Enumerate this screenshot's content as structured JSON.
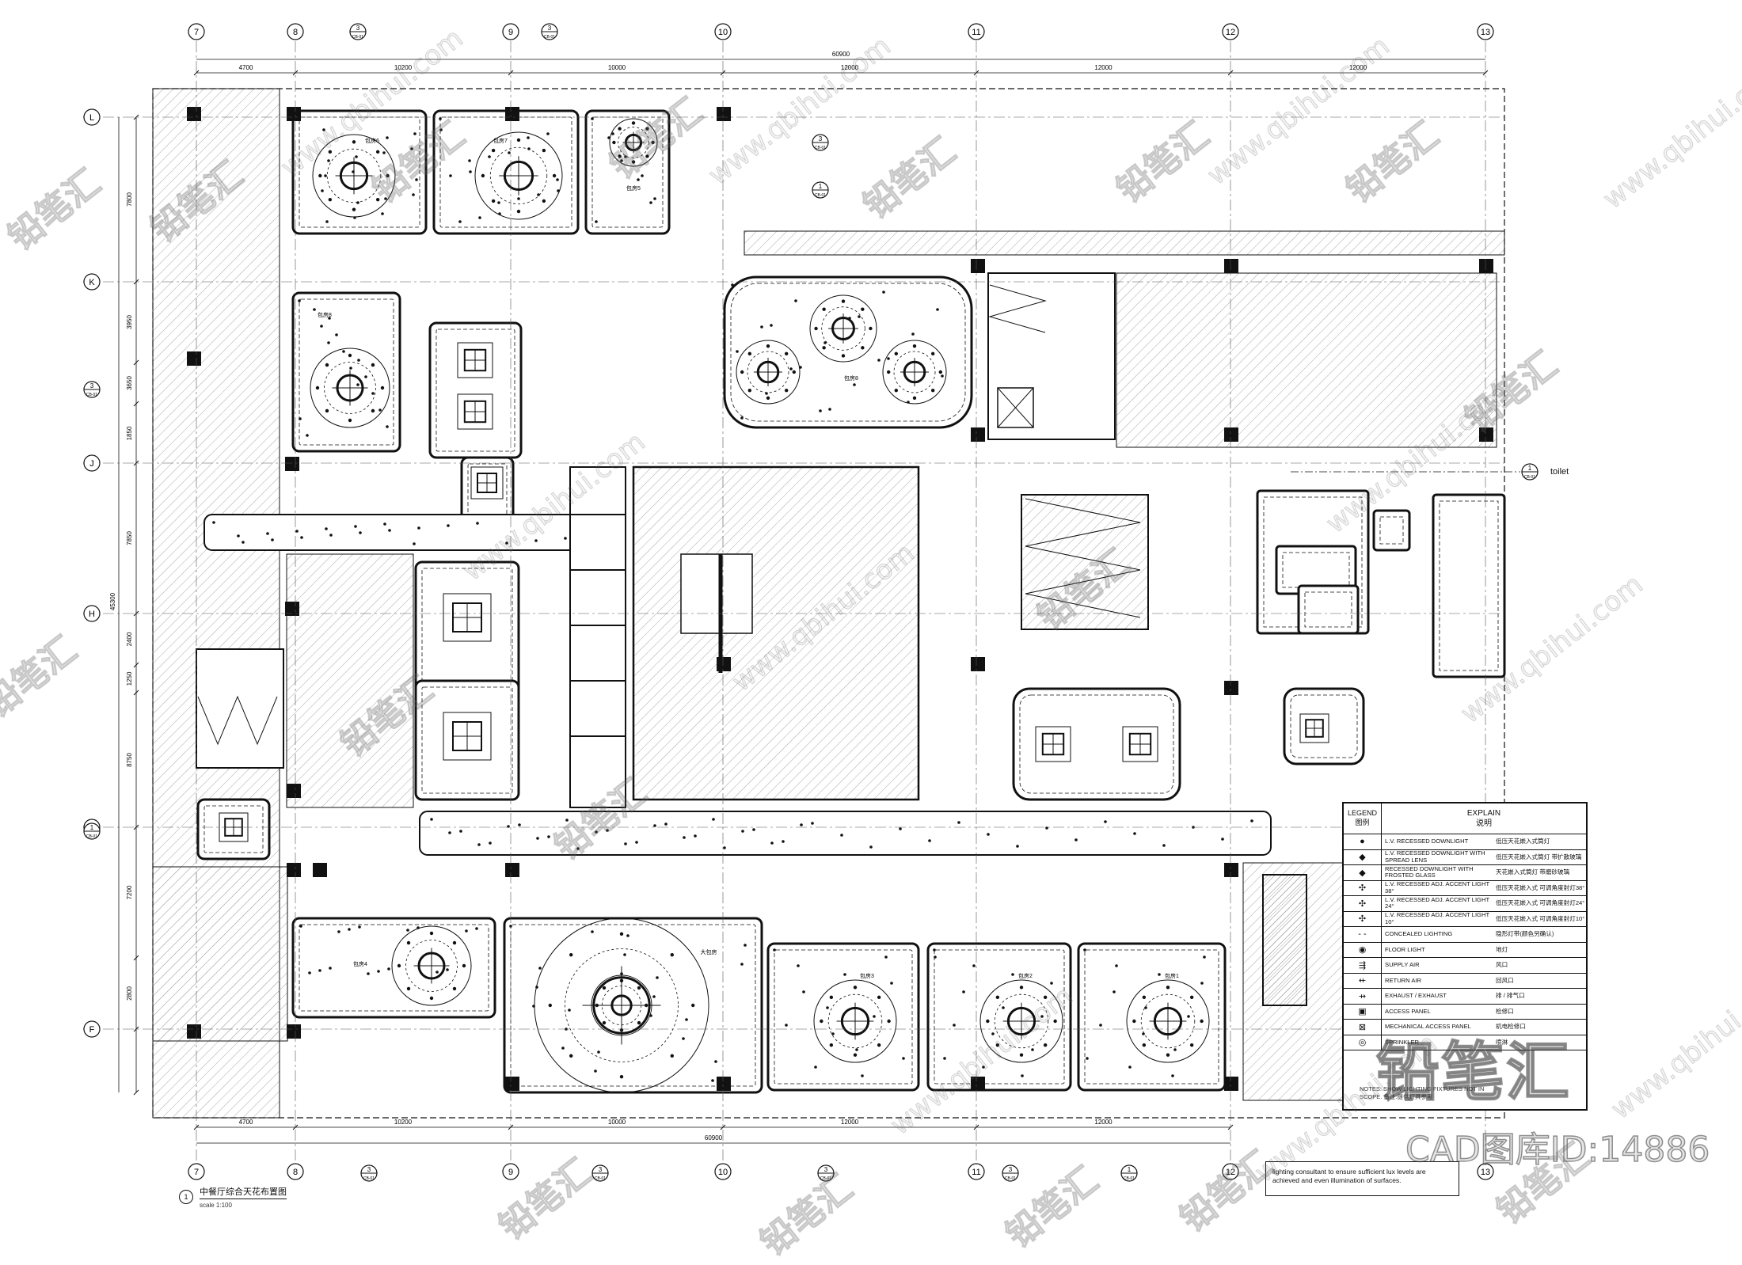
{
  "grid": {
    "columns": [
      "7",
      "8",
      "9",
      "10",
      "11",
      "12",
      "13"
    ],
    "rows": [
      "L",
      "K",
      "J",
      "H",
      "F"
    ],
    "dims_top": [
      "4700",
      "10200",
      "10000",
      "12000",
      "12000",
      "12000"
    ],
    "total_top": "60900",
    "dims_bottom": [
      "4700",
      "10200",
      "10000",
      "12000",
      "12000"
    ],
    "total_bottom": "60900",
    "dims_left": [
      "7800",
      "3950",
      "3650",
      "1850",
      "7850",
      "2400",
      "1250",
      "8750",
      "7200",
      "2800"
    ],
    "total_left": "45300"
  },
  "section_markers": [
    {
      "num": "3",
      "sheet": "CB-01"
    },
    {
      "num": "3",
      "sheet": "CB-01"
    },
    {
      "num": "3",
      "sheet": "CB-01"
    },
    {
      "num": "1",
      "sheet": "CB-01"
    },
    {
      "num": "3",
      "sheet": "CB-01"
    },
    {
      "num": "1",
      "sheet": "CB-01"
    },
    {
      "num": "1",
      "sheet": "CB-01"
    },
    {
      "num": "3",
      "sheet": "CB-01"
    },
    {
      "num": "3",
      "sheet": "CB-01"
    },
    {
      "num": "3",
      "sheet": "CB-01"
    },
    {
      "num": "3",
      "sheet": "CB-01"
    },
    {
      "num": "1",
      "sheet": "CB-01"
    }
  ],
  "toilet_label": "toilet",
  "rooms": {
    "r6": "包房6",
    "r7": "包房7",
    "r5": "包房5",
    "r8": "包房8",
    "r4": "包房4",
    "big": "大包房",
    "r3": "包房3",
    "r2": "包房2",
    "r1": "包房1"
  },
  "legend": {
    "head_en": "LEGEND",
    "head_cn": "图例",
    "head_explain_en": "EXPLAIN",
    "head_explain_cn": "说明",
    "rows": [
      {
        "sym": "●",
        "en": "L.V. RECESSED DOWNLIGHT",
        "cn": "低压天花嵌入式筒灯"
      },
      {
        "sym": "◆",
        "en": "L.V. RECESSED DOWNLIGHT WITH SPREAD LENS",
        "cn": "低压天花嵌入式筒灯 带扩散玻璃"
      },
      {
        "sym": "◆",
        "en": "RECESSED DOWNLIGHT WITH FROSTED GLASS",
        "cn": "天花嵌入式筒灯 带磨砂玻璃"
      },
      {
        "sym": "✣",
        "en": "L.V. RECESSED ADJ. ACCENT LIGHT 38°",
        "cn": "低压天花嵌入式 可调角度射灯38°"
      },
      {
        "sym": "✣",
        "en": "L.V. RECESSED ADJ. ACCENT LIGHT 24°",
        "cn": "低压天花嵌入式 可调角度射灯24°"
      },
      {
        "sym": "✣",
        "en": "L.V. RECESSED ADJ. ACCENT LIGHT 10°",
        "cn": "低压天花嵌入式 可调角度射灯10°"
      },
      {
        "sym": "- -",
        "en": "CONCEALED LIGHTING",
        "cn": "隐形灯带(颜色另确认)"
      },
      {
        "sym": "◉",
        "en": "FLOOR LIGHT",
        "cn": "地灯"
      },
      {
        "sym": "⇶",
        "en": "SUPPLY AIR",
        "cn": "风口"
      },
      {
        "sym": "⇷",
        "en": "RETURN AIR",
        "cn": "回风口"
      },
      {
        "sym": "⇸",
        "en": "EXHAUST / EXHAUST",
        "cn": "排 / 排气口"
      },
      {
        "sym": "▣",
        "en": "ACCESS PANEL",
        "cn": "检修口"
      },
      {
        "sym": "⊠",
        "en": "MECHANICAL ACCESS PANEL",
        "cn": "机电检修口"
      },
      {
        "sym": "◎",
        "en": "SPRINKLER",
        "cn": "喷淋"
      }
    ],
    "notes": "NOTES: SHOW LIGHTING FIXTURES NOT IN SCOPE. 备注:提供灯具参考"
  },
  "note_box": "lighting consultant to ensure sufficient lux levels are achieved and even illumination of surfaces.",
  "title": {
    "number": "1",
    "name": "中餐厅综合天花布置图",
    "scale": "scale 1:100"
  },
  "brand": {
    "name": "铅笔汇",
    "id_text": "CAD图库ID:14886"
  },
  "watermarks": {
    "text": "铅笔汇",
    "url": "www.qbihui.com"
  },
  "colors": {
    "line": "#111111",
    "hatch": "#9a9a9a",
    "wall_fill": "#111111"
  }
}
